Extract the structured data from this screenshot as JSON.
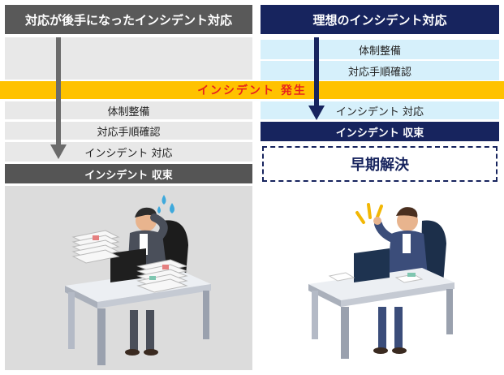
{
  "left": {
    "header": "対応が後手になったインシデント対応",
    "steps": [
      "体制整備",
      "対応手順確認",
      "インシデント 対応"
    ],
    "resolved": "インシデント 収束"
  },
  "right": {
    "header": "理想のインシデント対応",
    "steps_before": [
      "体制整備",
      "対応手順確認"
    ],
    "step_after": "インシデント 対応",
    "resolved": "インシデント 収束",
    "early": "早期解決"
  },
  "occurrence": "インシデント 発生",
  "colors": {
    "left_header": "#595959",
    "right_header": "#17245e",
    "occurrence_band": "#ffc200",
    "occurrence_text": "#e8231d",
    "light_blue": "#d6f0fb",
    "light_gray": "#e8e8e8"
  },
  "illustrations": {
    "left": "stressed-worker-with-paper-stacks",
    "right": "happy-worker-at-desk"
  }
}
